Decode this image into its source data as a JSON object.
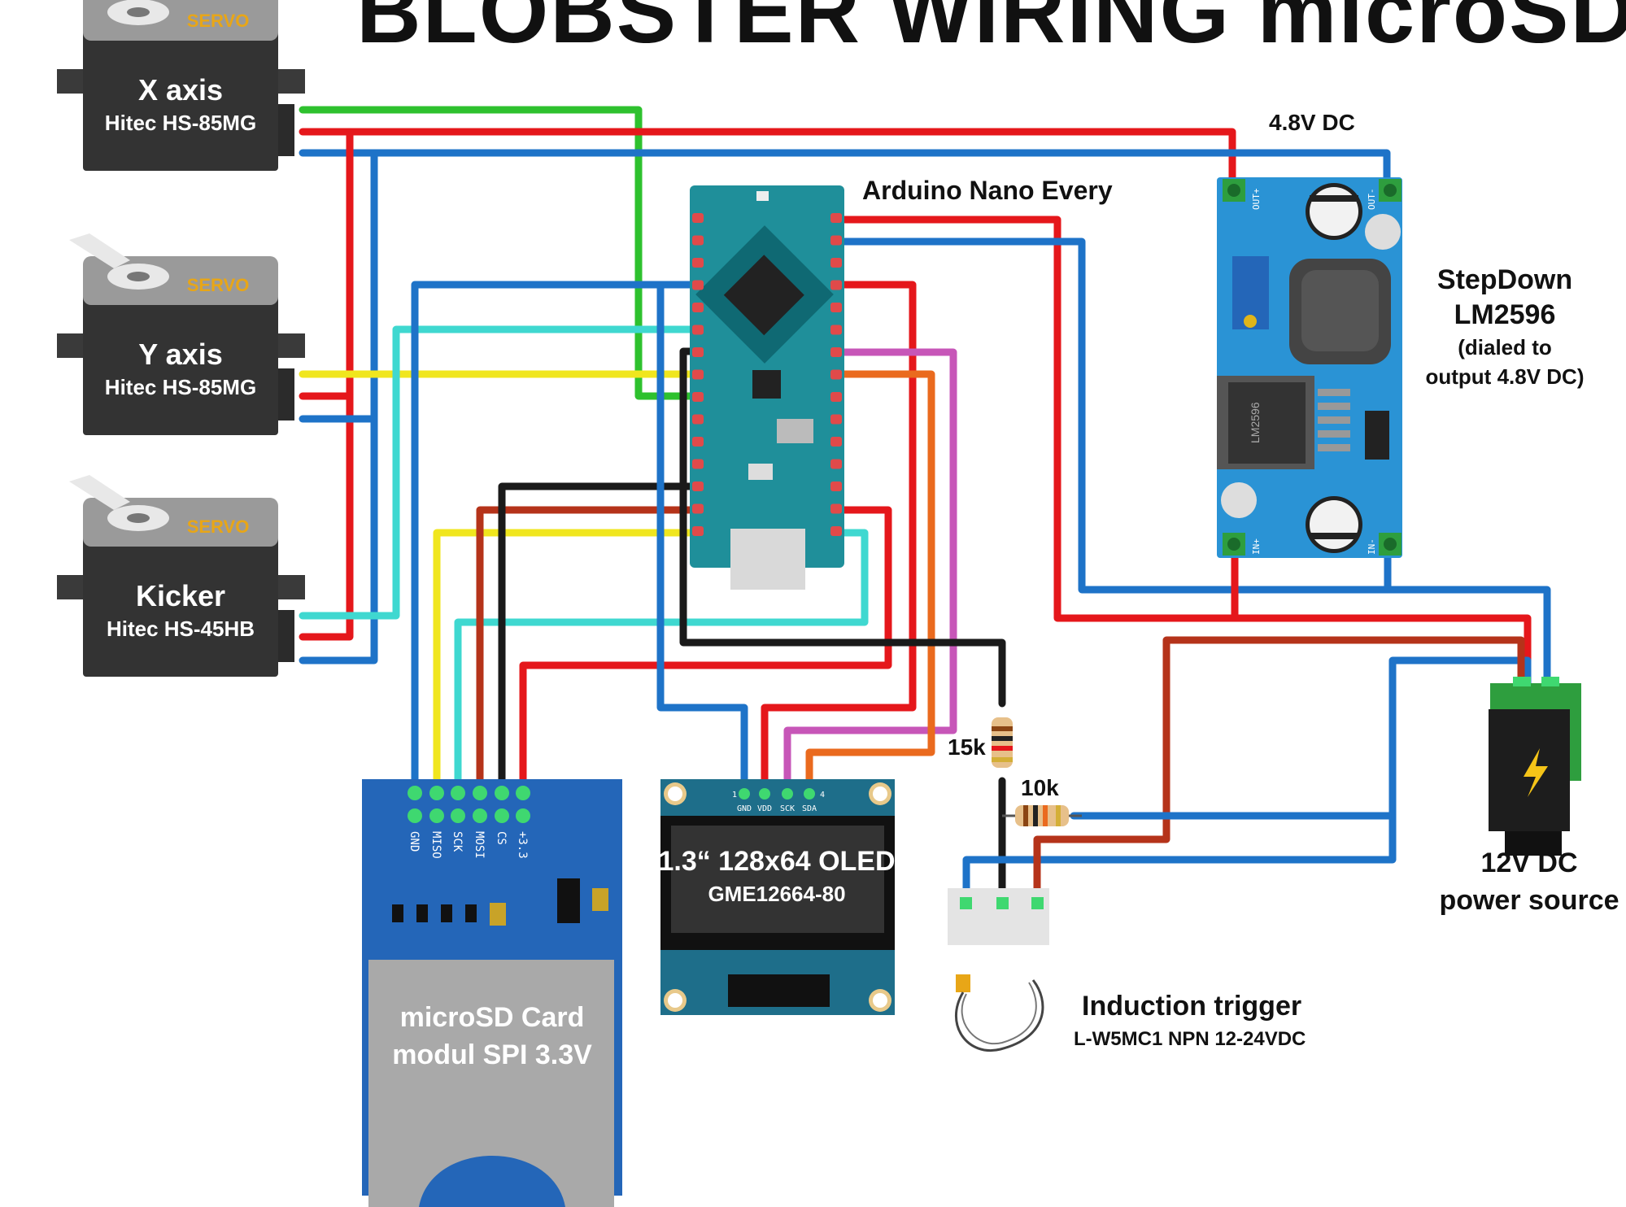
{
  "title": "BLOBSTER WIRING microSD",
  "servos": [
    {
      "brand": "SERVO",
      "name": "X axis",
      "model": "Hitec HS-85MG"
    },
    {
      "brand": "SERVO",
      "name": "Y axis",
      "model": "Hitec HS-85MG"
    },
    {
      "brand": "SERVO",
      "name": "Kicker",
      "model": "Hitec HS-45HB"
    }
  ],
  "arduino": {
    "label": "Arduino Nano Every"
  },
  "stepdown": {
    "label_line1": "StepDown",
    "label_line2": "LM2596",
    "label_line3": "(dialed to",
    "label_line4": "output 4.8V DC)",
    "chip": "LM2596",
    "pin_out_plus": "OUT+",
    "pin_out_minus": "OUT-",
    "pin_in_plus": "IN+",
    "pin_in_minus": "IN-"
  },
  "voltage_label": "4.8V DC",
  "power": {
    "line1": "12V DC",
    "line2": "power source"
  },
  "sd_module": {
    "line1": "microSD Card",
    "line2": "modul SPI 3.3V",
    "pins": [
      "GND",
      "MISO",
      "SCK",
      "MOSI",
      "CS",
      "+3.3"
    ]
  },
  "oled": {
    "line1": "1.3“ 128x64 OLED",
    "line2": "GME12664-80",
    "pins": [
      "GND",
      "VDD",
      "SCK",
      "SDA"
    ],
    "pin_numbers": [
      "1",
      "4"
    ]
  },
  "resistors": [
    {
      "label": "15k"
    },
    {
      "label": "10k"
    }
  ],
  "sensor": {
    "line1": "Induction trigger",
    "line2": "L-W5MC1 NPN 12-24VDC"
  },
  "colors": {
    "red": "#e5171b",
    "blue": "#1e73c8",
    "green": "#2ec12e",
    "yellow": "#f0e61e",
    "cyan": "#3fd8d0",
    "black": "#1a1a1a",
    "brown": "#b5331a",
    "orange": "#ea6a1e",
    "magenta": "#c756b8",
    "board_teal": "#1f8f9a",
    "module_blue": "#2a93d5",
    "sd_blue": "#2466b8"
  }
}
